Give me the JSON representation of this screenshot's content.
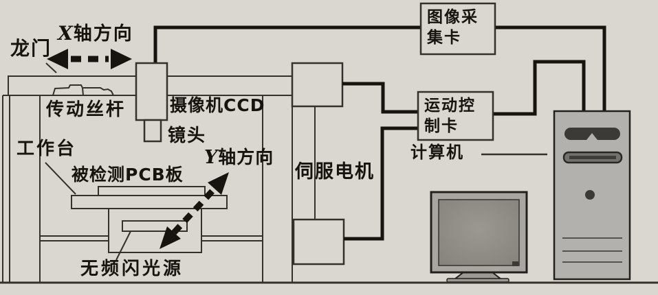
{
  "figure": {
    "kind": "aoi-system-structure-diagram",
    "colors": {
      "background": "#dad7d1",
      "structure_line": "#34302b",
      "cable_line": "#17130e",
      "text": "#17130e",
      "tower_fill": "#b3b1ad",
      "monitor_fill": "#a9a6a1",
      "screen_fill": "#8e8b86"
    },
    "machine": {
      "gantry_label": "龙门",
      "x_axis_letter": "X",
      "x_axis_label": "轴方向",
      "drive_screw_label": "传动丝杆",
      "camera_label": "摄像机CCD",
      "lens_label": "镜头",
      "worktable_label": "工作台",
      "pcb_label": "被检测PCB板",
      "y_axis_letter": "Y",
      "y_axis_label": "轴方向",
      "servo_motor_label": "伺服电机",
      "light_source_label": "无频闪光源"
    },
    "electronics": {
      "image_capture_card": {
        "line1": "图像采",
        "line2": "集卡"
      },
      "motion_control_card": {
        "line1": "运动控",
        "line2": "制卡"
      },
      "computer_label": "计算机"
    }
  }
}
